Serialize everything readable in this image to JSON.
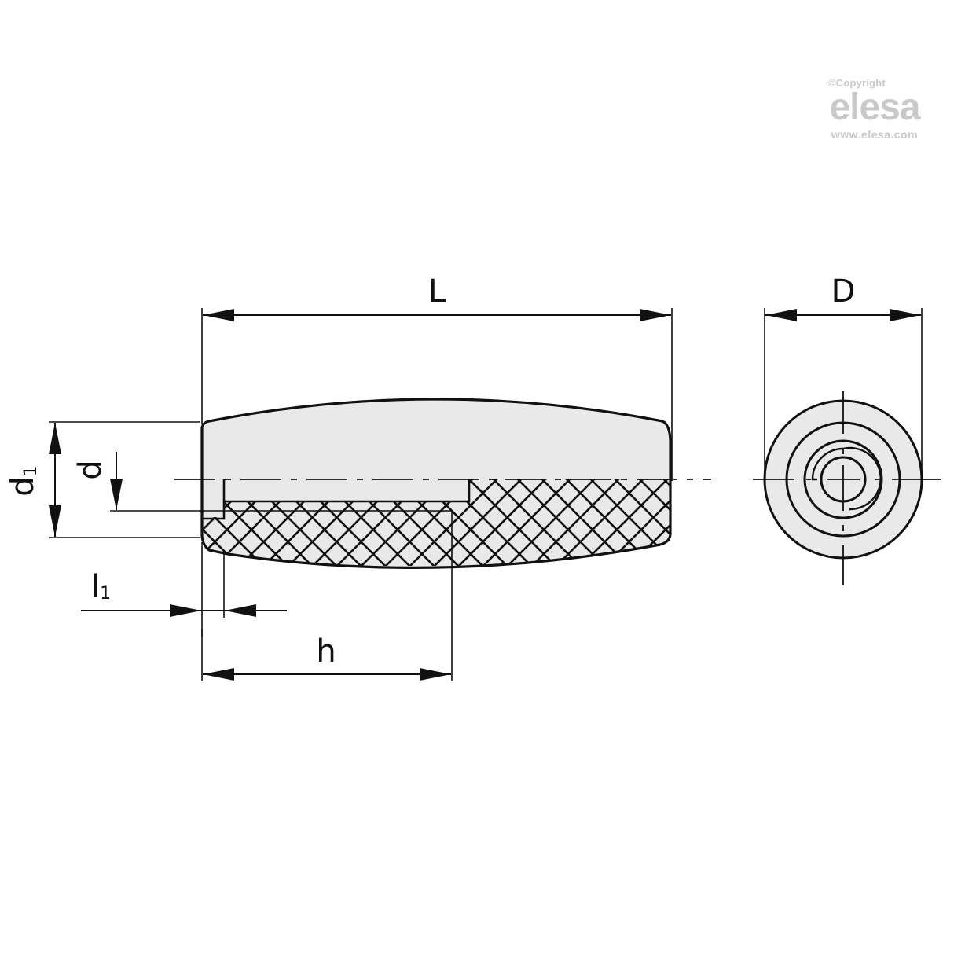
{
  "watermark": {
    "copyright": "©Copyright",
    "brand": "elesa",
    "url": "www.elesa.com",
    "color": "#c9c9c9"
  },
  "drawing": {
    "title": "Cylindrical handle technical drawing (side view and end view)",
    "colors": {
      "line": "#111111",
      "fill": "#e9e9ea",
      "background": "#ffffff"
    },
    "dimensions": {
      "L": {
        "label": "L",
        "description": "Overall length"
      },
      "D": {
        "label": "D",
        "description": "Maximum diameter"
      },
      "d1": {
        "label": "d",
        "subscript": "1",
        "description": "End diameter"
      },
      "d": {
        "label": "d",
        "description": "Bore diameter"
      },
      "l1": {
        "label": "l",
        "subscript": "1",
        "description": "Bore offset from end"
      },
      "h": {
        "label": "h",
        "description": "Bore depth"
      }
    },
    "views": [
      {
        "name": "side-view",
        "section": "half-section with cross-hatching below centerline"
      },
      {
        "name": "end-view",
        "section": "concentric circles with center marks"
      }
    ]
  }
}
